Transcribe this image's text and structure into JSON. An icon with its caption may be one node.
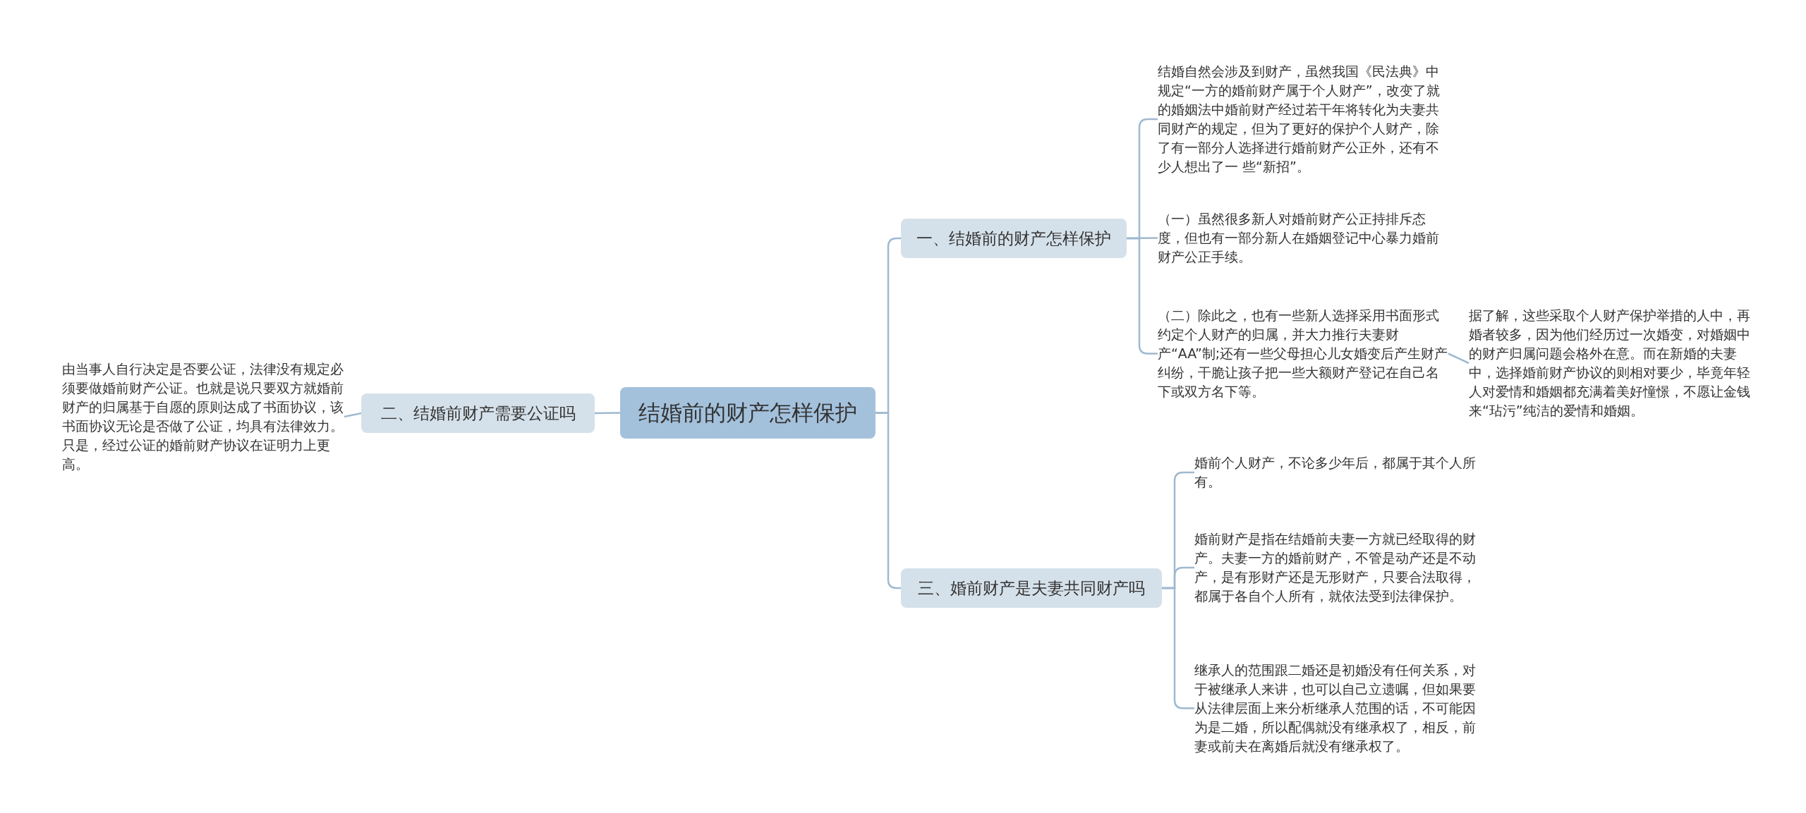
{
  "diagram": {
    "nodes": [
      {
        "text": [
          "结婚前的财产怎样保护"
        ]
      },
      {
        "text": [
          "一、结婚前的财产怎样保护"
        ]
      },
      {
        "text": [
          "结婚自然会涉及到财产，虽然我国《民法典》中规定“一方的婚前财产属于个人财产”，改变了就的婚姻法中婚前财产经过若干年将转化为夫妻共同财产的规定，但为了更好的保护个人财产，除了有一部分人选择进行婚前财产公正外，还有不少人想出了一 些“新招”。"
        ]
      },
      {
        "text": [
          "（一）虽然很多新人对婚前财产公正持排斥态度，但也有一部分新人在婚姻登记中心暴力婚前财产公正手续。"
        ]
      },
      {
        "text": [
          "（二）除此之，也有一些新人选择采用书面形式约定个人财产的归属，并大力推行夫妻财产“AA”制;还有一些父母担心儿女婚变后产生财产纠纷，干脆让孩子把一些大额财产登记在自己名下或双方名下等。"
        ]
      },
      {
        "text": [
          "据了解，这些采取个人财产保护举措的人中，再婚者较多，因为他们经历过一次婚变，对婚姻中的财产归属问题会格外在意。而在新婚的夫妻中，选择婚前财产协议的则相对要少，毕竟年轻人对爱情和婚姻都充满着美好憧憬，不愿让金钱来“玷污”纯洁的爱情和婚姻。"
        ]
      },
      {
        "text": [
          "二、结婚前财产需要公证吗"
        ]
      },
      {
        "text": [
          "由当事人自行决定是否要公证，法律没有规定必须要做婚前财产公证。也就是说只要双方就婚前财产的归属基于自愿的原则达成了书面协议，该书面协议无论是否做了公证，均具有法律效力。只是，经过公证的婚前财产协议在证明力上更高。"
        ]
      },
      {
        "text": [
          "三、婚前财产是夫妻共同财产吗"
        ]
      },
      {
        "text": [
          "婚前个人财产，不论多少年后，都属于其个人所有。"
        ]
      },
      {
        "text": [
          "婚前财产是指在结婚前夫妻一方就已经取得的财产。夫妻一方的婚前财产，不管是动产还是不动产，是有形财产还是无形财产，只要合法取得，都属于各自个人所有，就依法受到法律保护。"
        ]
      },
      {
        "text": [
          "继承人的范围跟二婚还是初婚没有任何关系，对于被继承人来讲，也可以自己立遗嘱，但如果要从法律层面上来分析继承人范围的话，不可能因为是二婚，所以配偶就没有继承权了，相反，前妻或前夫在离婚后就没有继承权了。"
        ]
      }
    ],
    "edges": [
      {
        "from": 0,
        "to": 1,
        "arrow": "none"
      },
      {
        "from": 0,
        "to": 8,
        "arrow": "none"
      },
      {
        "from": 0,
        "to": 6,
        "arrow": "none"
      },
      {
        "from": 1,
        "to": 2,
        "arrow": "none"
      },
      {
        "from": 1,
        "to": 3,
        "arrow": "none"
      },
      {
        "from": 1,
        "to": 4,
        "arrow": "none"
      },
      {
        "from": 4,
        "to": 5,
        "arrow": "none"
      },
      {
        "from": 8,
        "to": 9,
        "arrow": "none"
      },
      {
        "from": 8,
        "to": 10,
        "arrow": "none"
      },
      {
        "from": 8,
        "to": 11,
        "arrow": "none"
      },
      {
        "from": 6,
        "to": 7,
        "arrow": "none"
      }
    ]
  }
}
